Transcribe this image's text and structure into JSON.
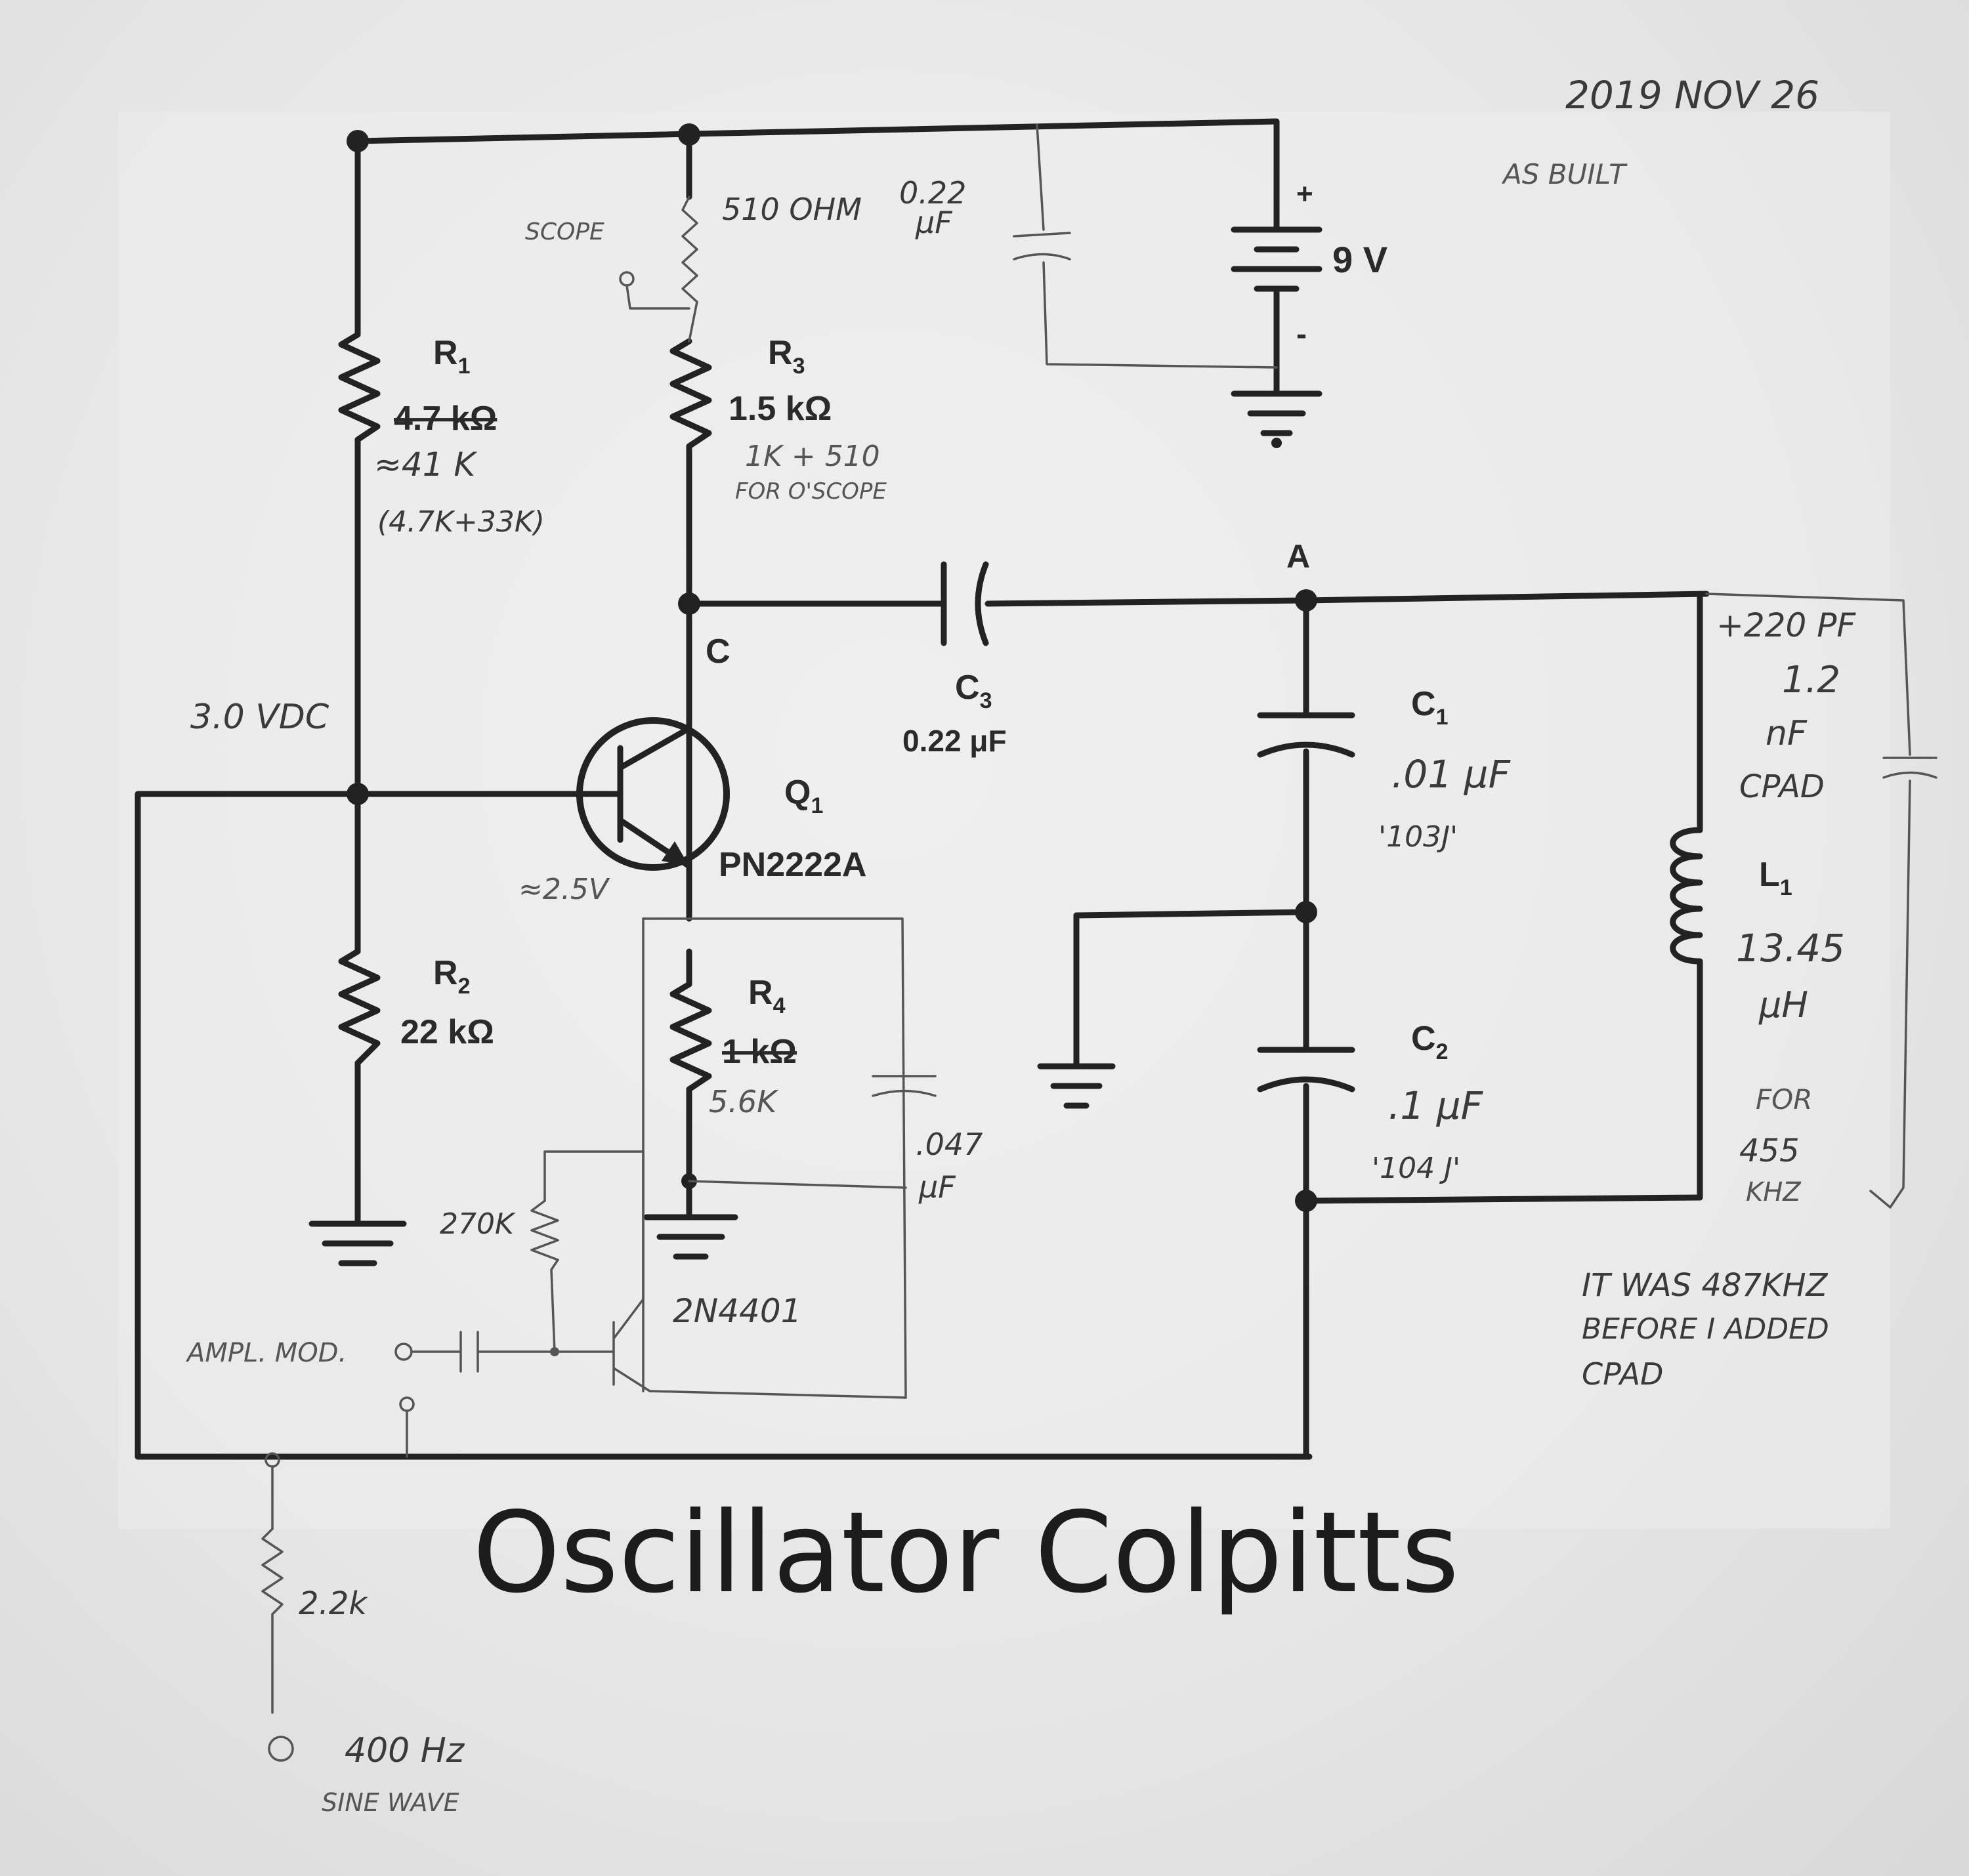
{
  "header": {
    "date": "2019 NOV 26",
    "note": "AS BUILT"
  },
  "title": "Oscillator Colpitts",
  "power": {
    "battery_label": "9 V",
    "plus": "+",
    "minus": "-"
  },
  "components": {
    "r1": {
      "name": "R",
      "sub": "1",
      "value_struck": "4.7 kΩ",
      "approx": "≈41 K",
      "detail": "(4.7K+33K)"
    },
    "r2": {
      "name": "R",
      "sub": "2",
      "value": "22 kΩ"
    },
    "r3": {
      "name": "R",
      "sub": "3",
      "value": "1.5 kΩ",
      "note_1": "1K + 510",
      "note_2": "FOR O'SCOPE"
    },
    "r4": {
      "name": "R",
      "sub": "4",
      "value": "1 kΩ",
      "actual": "5.6K"
    },
    "r_scope": {
      "value": "510 OHM",
      "probe": "SCOPE"
    },
    "c_bypass": {
      "value_1": "0.22",
      "value_2": "μF"
    },
    "c1": {
      "name": "C",
      "sub": "1",
      "value": ".01 μF",
      "code": "'103J'"
    },
    "c2": {
      "name": "C",
      "sub": "2",
      "value": ".1 μF",
      "code": "'104 J'"
    },
    "c3": {
      "name": "C",
      "sub": "3",
      "value": "0.22 μF"
    },
    "c_emitter": {
      "value_1": ".047",
      "value_2": "μF"
    },
    "cpad": {
      "line_1": "+220 PF",
      "line_2": "1.2",
      "line_3": "nF",
      "line_4": "CPAD"
    },
    "l1": {
      "name": "L",
      "sub": "1",
      "value_1": "13.45",
      "value_2": "μH",
      "note_1": "FOR",
      "note_2": "455",
      "note_3": "KHZ"
    },
    "q1": {
      "name": "Q",
      "sub": "1",
      "part": "PN2222A"
    },
    "q2": {
      "part": "2N4401"
    },
    "r_base": {
      "value": "270K"
    },
    "r_mod": {
      "value": "2.2k"
    }
  },
  "nodes": {
    "a": "A",
    "c": "C",
    "base_voltage": "3.0 VDC",
    "emitter_voltage": "≈2.5V"
  },
  "inputs": {
    "ampl_mod": "AMPL. MOD.",
    "sine_1": "400 Hz",
    "sine_2": "SINE WAVE"
  },
  "notes": {
    "line_1": "IT WAS 487KHZ",
    "line_2": "BEFORE I ADDED",
    "line_3": "CPAD"
  }
}
